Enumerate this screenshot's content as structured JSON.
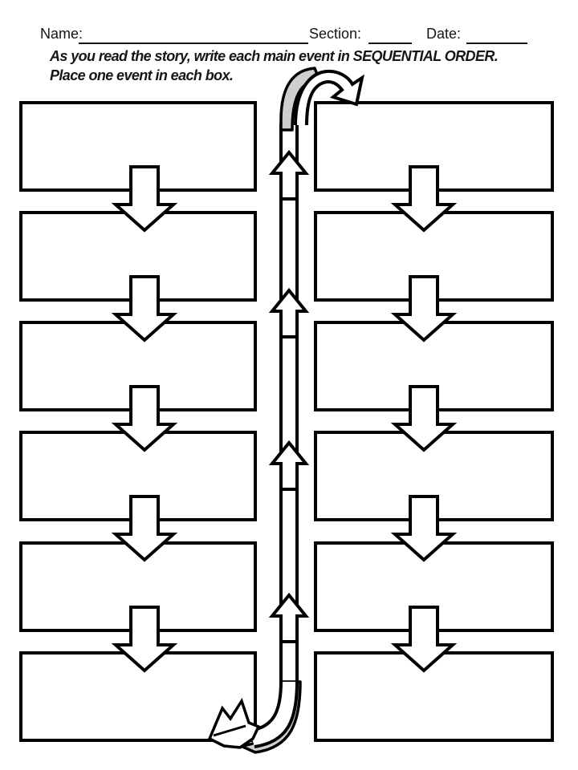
{
  "header": {
    "name_label": "Name:",
    "name_value": "",
    "section_label": "Section:",
    "section_value": "",
    "date_label": "Date:",
    "date_value": ""
  },
  "instructions": {
    "line1": "As you read the story, write each main event in SEQUENTIAL ORDER.",
    "line2": "Place one event in each box."
  },
  "flow": {
    "left_column_boxes": [
      {
        "value": ""
      },
      {
        "value": ""
      },
      {
        "value": ""
      },
      {
        "value": ""
      },
      {
        "value": ""
      },
      {
        "value": ""
      }
    ],
    "right_column_boxes": [
      {
        "value": ""
      },
      {
        "value": ""
      },
      {
        "value": ""
      },
      {
        "value": ""
      },
      {
        "value": ""
      },
      {
        "value": ""
      }
    ],
    "colors": {
      "outline": "#000000",
      "box_fill": "#ffffff",
      "ribbon_gray": "#cfcfcf"
    }
  }
}
